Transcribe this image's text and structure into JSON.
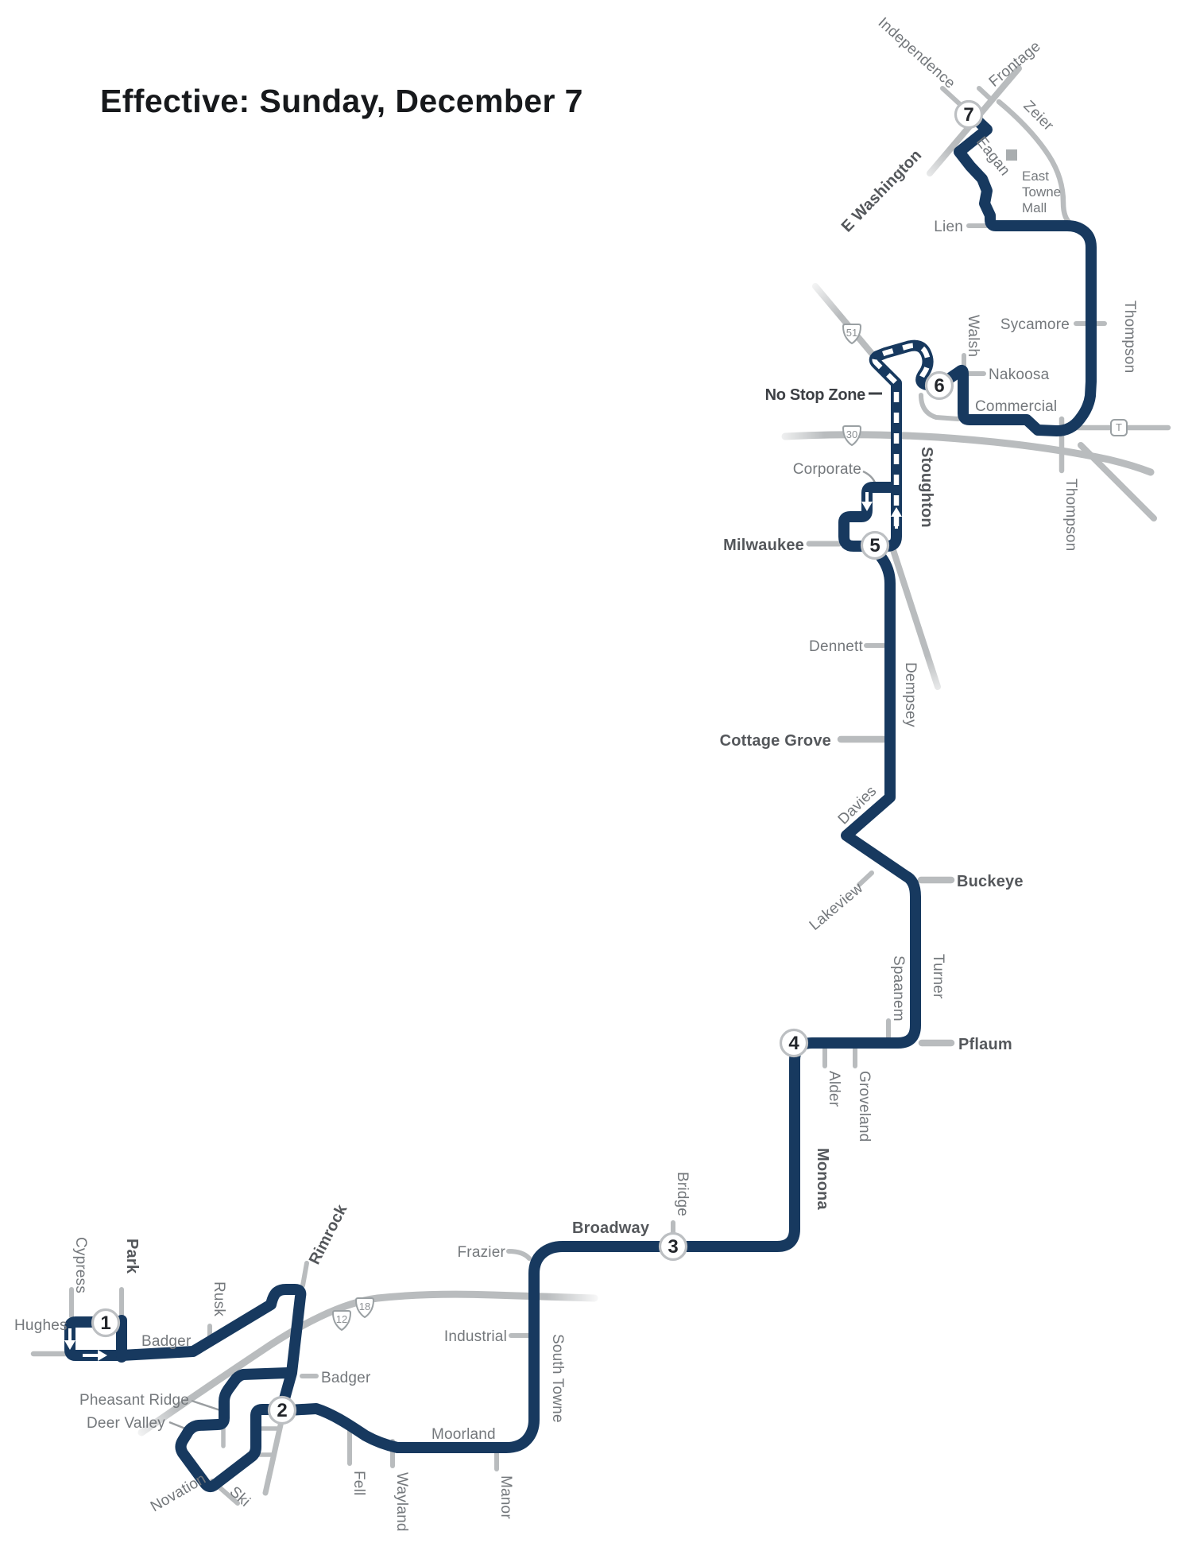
{
  "header": {
    "title": "Effective: Sunday, December 7"
  },
  "stops": {
    "s1": "1",
    "s2": "2",
    "s3": "3",
    "s4": "4",
    "s5": "5",
    "s6": "6",
    "s7": "7"
  },
  "shields": {
    "h51": "51",
    "h30": "30",
    "h12": "12",
    "h18": "18",
    "t": "T"
  },
  "streets": {
    "hughes": "Hughes",
    "cypress": "Cypress",
    "park": "Park",
    "badger_w": "Badger",
    "rusk": "Rusk",
    "rimrock": "Rimrock",
    "pheasant_ridge": "Pheasant Ridge",
    "deer_valley": "Deer Valley",
    "novation": "Novation",
    "ski": "Ski",
    "badger_s": "Badger",
    "fell": "Fell",
    "wayland": "Wayland",
    "manor": "Manor",
    "moorland": "Moorland",
    "south_towne": "South Towne",
    "industrial": "Industrial",
    "frazier": "Frazier",
    "broadway": "Broadway",
    "bridge": "Bridge",
    "monona": "Monona",
    "alder": "Alder",
    "groveland": "Groveland",
    "spaanem": "Spaanem",
    "turner": "Turner",
    "pflaum": "Pflaum",
    "buckeye": "Buckeye",
    "lakeview": "Lakeview",
    "davies": "Davies",
    "cottage_grove": "Cottage Grove",
    "dennett": "Dennett",
    "dempsey": "Dempsey",
    "milwaukee": "Milwaukee",
    "corporate": "Corporate",
    "stoughton": "Stoughton",
    "no_stop_zone": "No Stop Zone",
    "thompson_upper": "Thompson",
    "thompson_lower": "Thompson",
    "sycamore": "Sycamore",
    "commercial": "Commercial",
    "nakoosa": "Nakoosa",
    "walsh": "Walsh",
    "lien": "Lien",
    "eagan": "Eagan",
    "e_washington": "E Washington",
    "independence": "Independence",
    "frontage": "Frontage",
    "zeier": "Zeier"
  },
  "landmarks": {
    "east_towne_mall": {
      "line1": "East",
      "line2": "Towne",
      "line3": "Mall"
    }
  },
  "colors": {
    "route": "#17395f",
    "road": "#b9bcbe",
    "label": "#74787c",
    "label_bold": "#54575b",
    "title": "#17191c",
    "stop_number": "#23262b",
    "stop_ring": "#bcbfc2"
  }
}
